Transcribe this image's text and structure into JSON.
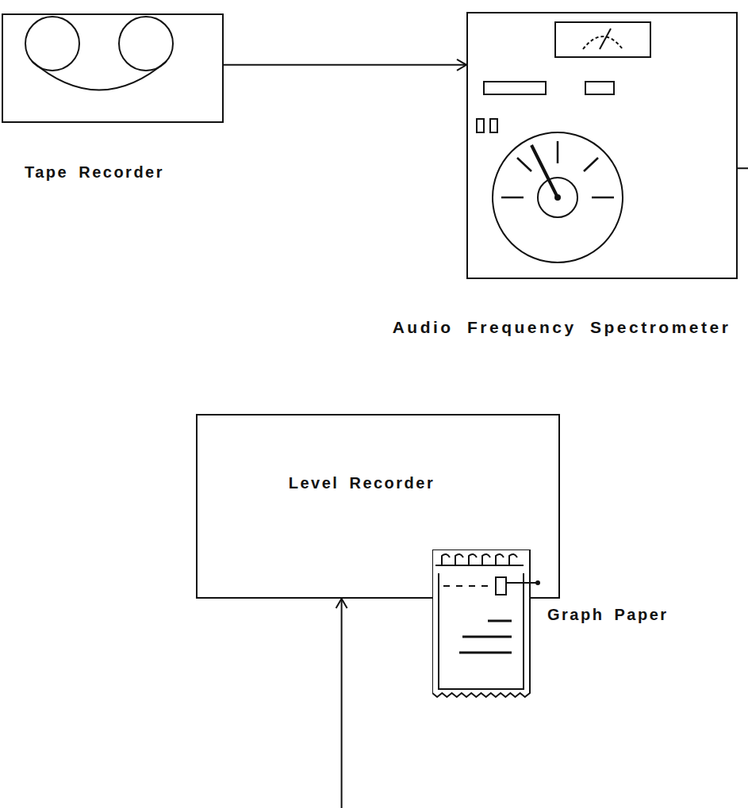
{
  "diagram": {
    "nodes": [
      {
        "text": [
          "Tape Recorder"
        ]
      },
      {
        "text": [
          "Audio Frequency Spectrometer"
        ]
      },
      {
        "text": [
          "Level Recorder"
        ]
      },
      {
        "text": [
          "Graph Paper"
        ]
      }
    ],
    "edges": [
      {
        "from": 0,
        "to": 1,
        "arrow": "to"
      },
      {
        "from": 1,
        "to": 2,
        "arrow": "to"
      }
    ]
  }
}
